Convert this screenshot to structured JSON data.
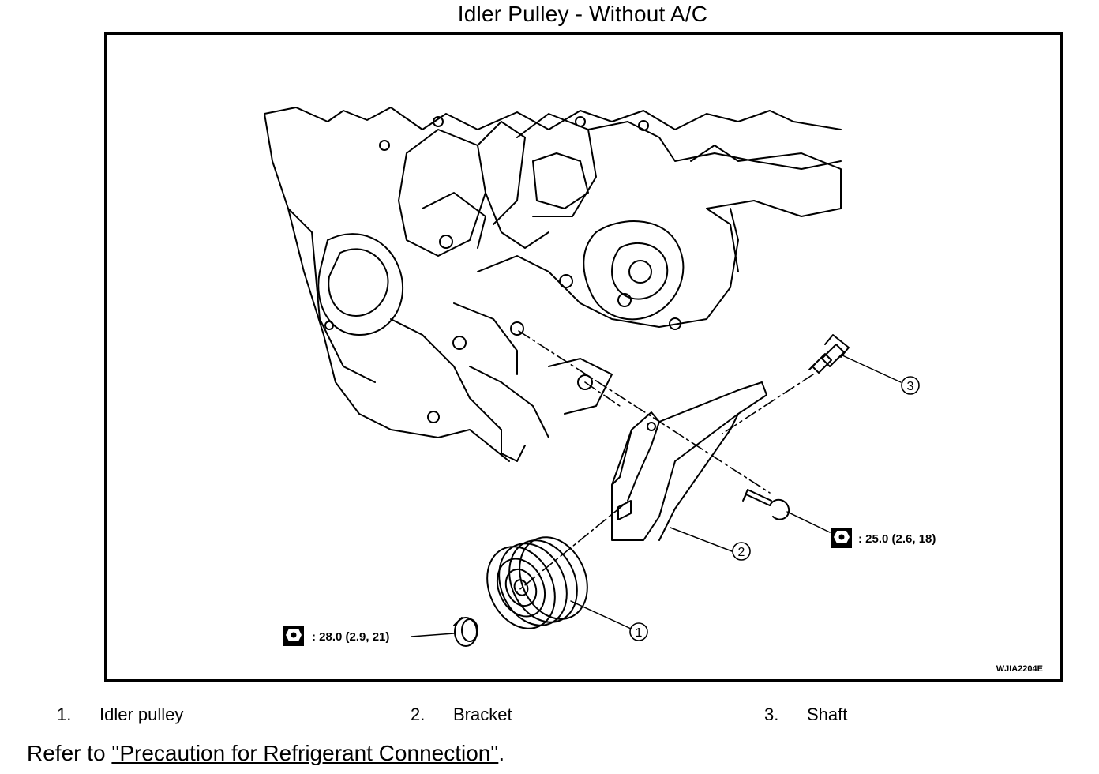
{
  "title": "Idler Pulley - Without A/C",
  "figure": {
    "figure_id": "WJIA2204E",
    "callouts": [
      "1",
      "2",
      "3"
    ],
    "torque_bracket_bolt": ": 25.0 (2.6, 18)",
    "torque_pulley_nut": ": 28.0 (2.9, 21)"
  },
  "legend": [
    {
      "num": "1.",
      "label": "Idler pulley"
    },
    {
      "num": "2.",
      "label": "Bracket"
    },
    {
      "num": "3.",
      "label": "Shaft"
    }
  ],
  "refer": {
    "prefix": "Refer to ",
    "link_text": "\"Precaution for Refrigerant Connection\"",
    "suffix": "."
  },
  "icons": {
    "torque": "torque-wrench-icon"
  }
}
